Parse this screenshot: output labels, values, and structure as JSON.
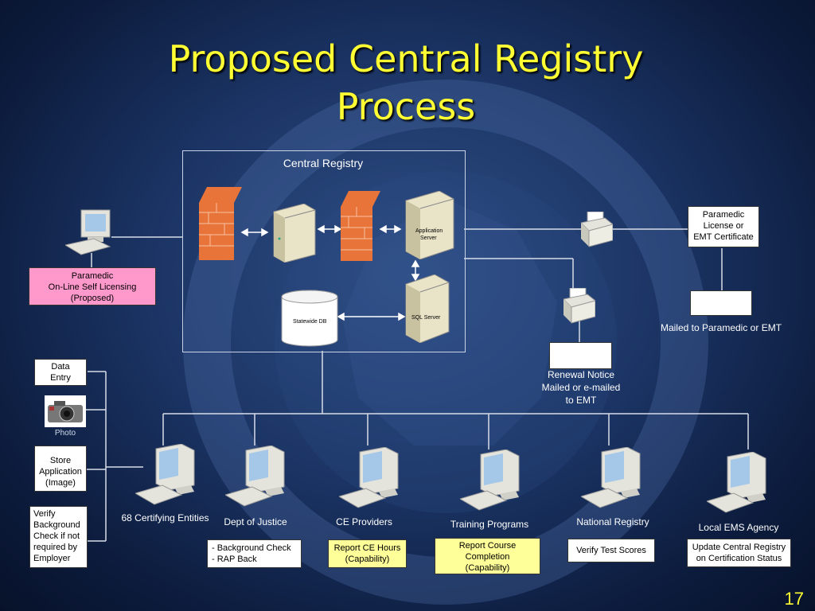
{
  "title": {
    "line1": "Proposed Central Registry",
    "line2": "Process"
  },
  "central_registry": {
    "label": "Central Registry",
    "app_server_label": [
      "Application",
      "Server"
    ],
    "sql_server_label": "SQL Server",
    "db_label": "Statewide DB"
  },
  "paramedic_online": [
    "Paramedic",
    "On-Line Self Licensing",
    "(Proposed)"
  ],
  "paramedic_license": [
    "Paramedic",
    "License or",
    "EMT Certificate"
  ],
  "mailed_label": "Mailed to Paramedic or EMT",
  "renewal_notice": [
    "Renewal Notice",
    "Mailed or e-mailed",
    "to EMT"
  ],
  "left_inputs": {
    "data_entry": [
      "Data",
      "Entry"
    ],
    "photo": "Photo",
    "store_application": [
      "Store",
      "Application",
      "(Image)"
    ],
    "verify_background": [
      "Verify",
      "Background",
      "Check if not",
      "required by",
      "Employer"
    ]
  },
  "entities": [
    {
      "name": "68 Certifying Entities"
    },
    {
      "name": "Dept of Justice",
      "note": [
        "- Background Check",
        "- RAP Back"
      ],
      "note_color": "white"
    },
    {
      "name": "CE Providers",
      "note": [
        "Report CE Hours",
        "(Capability)"
      ],
      "note_color": "yellow"
    },
    {
      "name": "Training Programs",
      "note": [
        "Report Course",
        "Completion",
        "(Capability)"
      ],
      "note_color": "yellow"
    },
    {
      "name": "National Registry",
      "note": [
        "Verify Test Scores"
      ],
      "note_color": "white"
    },
    {
      "name": "Local EMS Agency",
      "note": [
        "Update Central Registry",
        "on Certification Status"
      ],
      "note_color": "white"
    }
  ],
  "page_number": "17",
  "colors": {
    "title": "#ffff33",
    "background": "#1b3464",
    "yellow_box": "#ffff99",
    "pink_box": "#ff99cc",
    "firewall": "#e8743a"
  }
}
